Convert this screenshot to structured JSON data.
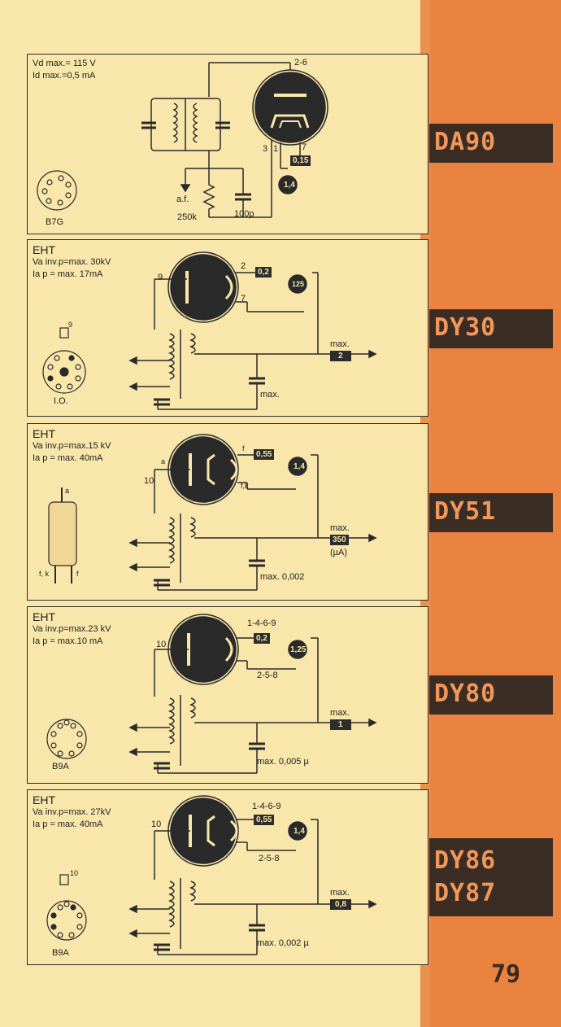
{
  "page_number": "79",
  "tubes": [
    {
      "tab": "DA90",
      "specs": [
        "Vd max.= 115 V",
        "Id max.=0,5 mA"
      ],
      "socket": "B7G",
      "socket_pins": [
        "1",
        "2",
        "3",
        "4",
        "5",
        "6",
        "7"
      ],
      "labels": {
        "pins_top": "2-6",
        "pin_a": "3",
        "pin_b": "1",
        "pin_c": "7",
        "af": "a.f.",
        "r": "250k",
        "c": "100p"
      },
      "boxes": {
        "heater_v": "0,15",
        "heater_i": "1,4"
      }
    },
    {
      "tab": "DY30",
      "eht": "EHT",
      "specs": [
        "Va inv.p=max. 30kV",
        "Ia p = max. 17mA"
      ],
      "socket": "I.O.",
      "socket_pins": [
        "1",
        "2",
        "3",
        "4",
        "5",
        "6",
        "7",
        "8",
        "9"
      ],
      "labels": {
        "anode_pin": "9",
        "pin_top": "2",
        "pin_bot": "7",
        "max_out": "max.",
        "max_c": "max."
      },
      "boxes": {
        "heater_v": "0,2",
        "heater_i": "125",
        "out": "2"
      }
    },
    {
      "tab": "DY51",
      "eht": "EHT",
      "specs": [
        "Va inv.p=max.15 kV",
        "Ia p = max. 40mA"
      ],
      "socket_pins": [
        "a",
        "f, k",
        "f"
      ],
      "labels": {
        "anode_pin": "10",
        "a": "a",
        "f": "f",
        "fk": "f,k",
        "max_out": "max.",
        "unit": "(µA)",
        "max_c": "max. 0,002"
      },
      "boxes": {
        "heater_v": "0,55",
        "heater_i": "1,4",
        "out": "350"
      }
    },
    {
      "tab": "DY80",
      "eht": "EHT",
      "specs": [
        "Va inv.p=max.23 kV",
        "Ia p = max.10 mA"
      ],
      "socket": "B9A",
      "socket_pins": [
        "1",
        "2",
        "3",
        "4",
        "5",
        "6",
        "7",
        "8",
        "9"
      ],
      "labels": {
        "anode_pin": "10",
        "pins_a": "1-4-6-9",
        "pins_b": "2-5-8",
        "max_out": "max.",
        "max_c": "max. 0,005 µ"
      },
      "boxes": {
        "heater_v": "0,2",
        "heater_i": "1,25",
        "out": "1"
      }
    },
    {
      "tab": "DY86",
      "tab2": "DY87",
      "eht": "EHT",
      "specs": [
        "Va inv.p=max. 27kV",
        "Ia p = max. 40mA"
      ],
      "socket": "B9A",
      "socket_pins": [
        "1",
        "2",
        "3",
        "4",
        "5",
        "6",
        "7",
        "8",
        "9",
        "10"
      ],
      "labels": {
        "anode_pin": "10",
        "pins_a": "1-4-6-9",
        "pins_b": "2-5-8",
        "max_out": "max.",
        "max_c": "max. 0,002 µ"
      },
      "boxes": {
        "heater_v": "0,55",
        "heater_i": "1,4",
        "out": "0,8"
      }
    }
  ],
  "colors": {
    "paper": "#f8e6aa",
    "band": "#e9833f",
    "tab": "#3b2c24",
    "tab_text": "#f1975a",
    "ink": "#2a2a2a"
  }
}
